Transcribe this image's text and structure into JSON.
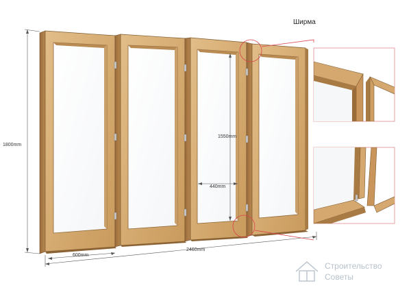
{
  "title": "Ширма",
  "dimensions": {
    "total_height": "1800mm",
    "total_width": "2460mm",
    "panel_width": "600mm",
    "glass_height": "1550mm",
    "glass_width": "440mm"
  },
  "watermark": {
    "line1": "Строительство",
    "line2": "Советы",
    "icon": "house-logo-icon"
  },
  "colors": {
    "wood_face": "#d9b27c",
    "wood_side": "#a87b45",
    "wood_dark": "#7d5a30",
    "callout": "#d9434a",
    "dimension": "#555555"
  }
}
